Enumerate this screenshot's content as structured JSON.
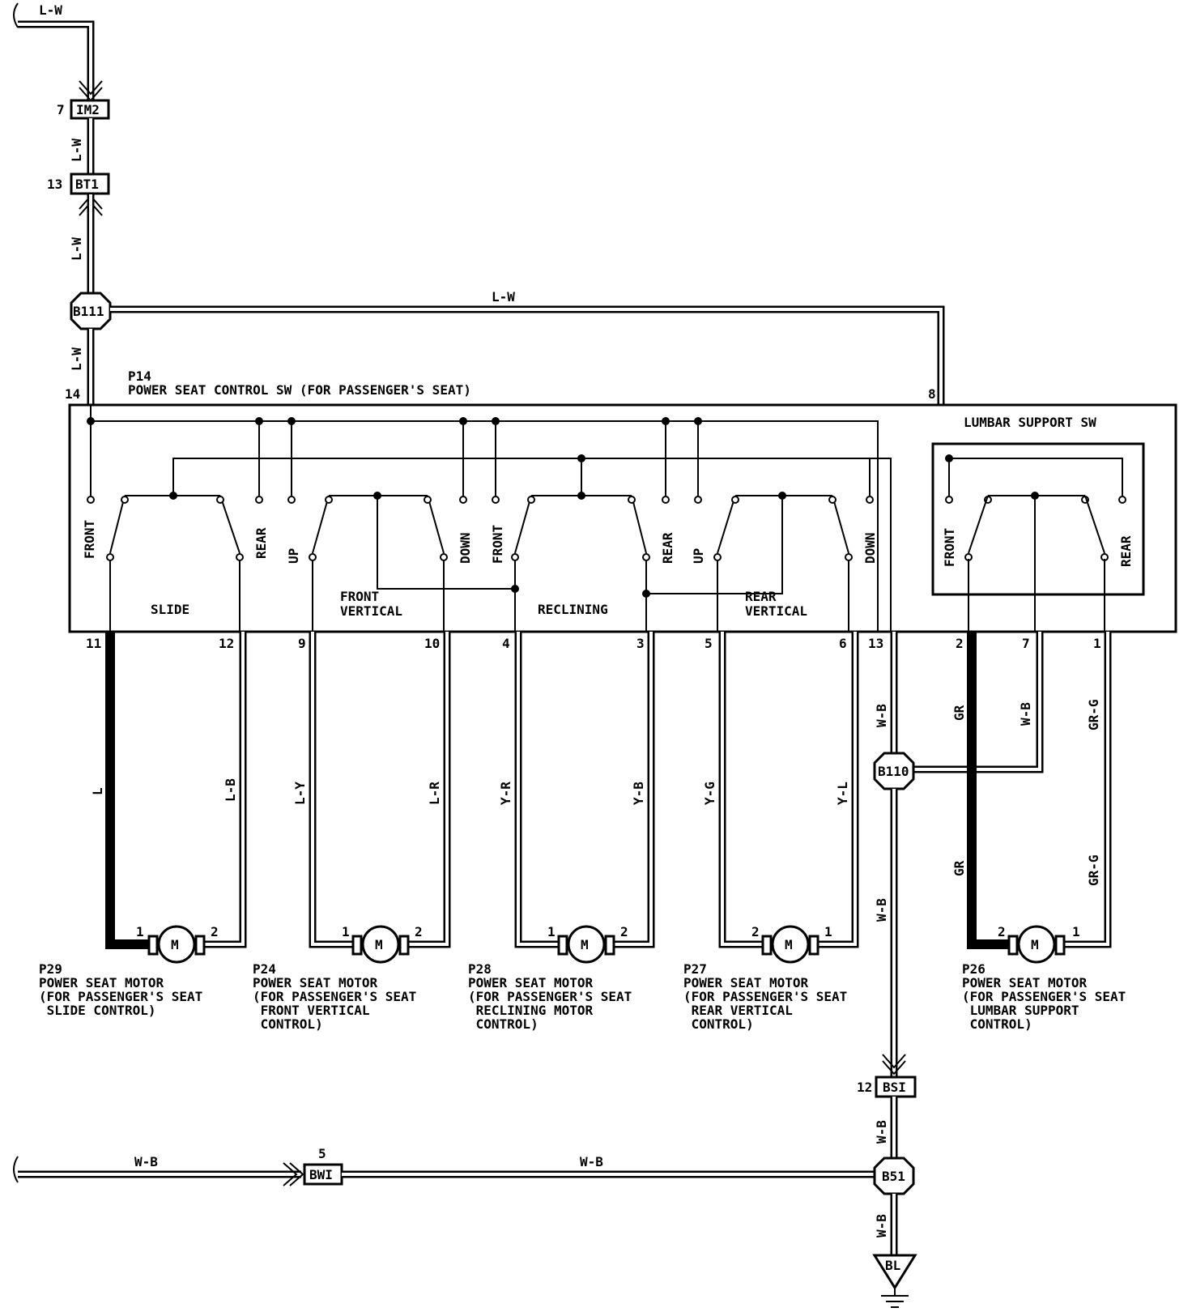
{
  "switch": {
    "id": "P14",
    "title": "POWER SEAT CONTROL SW (FOR PASSENGER'S SEAT)",
    "lumbar_label": "LUMBAR SUPPORT SW",
    "sections": {
      "slide": "SLIDE",
      "front_vertical_1": "FRONT",
      "front_vertical_2": "VERTICAL",
      "reclining": "RECLINING",
      "rear_vertical_1": "REAR",
      "rear_vertical_2": "VERTICAL"
    },
    "contacts": {
      "front": "FRONT",
      "rear": "REAR",
      "up": "UP",
      "down": "DOWN"
    },
    "pins": [
      "14",
      "8",
      "11",
      "12",
      "9",
      "10",
      "4",
      "3",
      "5",
      "6",
      "13",
      "2",
      "7",
      "1"
    ]
  },
  "connectors": {
    "im2": "IM2",
    "im2_pin": "7",
    "bt1": "BT1",
    "bt1_pin": "13",
    "b111": "B111",
    "b110": "B110",
    "bs1": "BSI",
    "bs1_pin": "12",
    "bw1": "BWI",
    "bw1_pin": "5",
    "b51": "B51",
    "ground": "BL"
  },
  "wires": {
    "lw": "L-W",
    "wb": "W-B",
    "l": "L",
    "lb": "L-B",
    "ly": "L-Y",
    "lr": "L-R",
    "yr": "Y-R",
    "yb": "Y-B",
    "yg": "Y-G",
    "yl": "Y-L",
    "gr": "GR",
    "grg": "GR-G"
  },
  "motors": [
    {
      "id": "P29",
      "line1": "POWER SEAT MOTOR",
      "line2": "(FOR PASSENGER'S SEAT",
      "line3": " SLIDE CONTROL)",
      "line4": "",
      "left_pin": "1",
      "right_pin": "2"
    },
    {
      "id": "P24",
      "line1": "POWER SEAT MOTOR",
      "line2": "(FOR PASSENGER'S SEAT",
      "line3": " FRONT VERTICAL",
      "line4": " CONTROL)",
      "left_pin": "1",
      "right_pin": "2"
    },
    {
      "id": "P28",
      "line1": "POWER SEAT MOTOR",
      "line2": "(FOR PASSENGER'S SEAT",
      "line3": " RECLINING MOTOR",
      "line4": " CONTROL)",
      "left_pin": "1",
      "right_pin": "2"
    },
    {
      "id": "P27",
      "line1": "POWER SEAT MOTOR",
      "line2": "(FOR PASSENGER'S SEAT",
      "line3": " REAR VERTICAL",
      "line4": " CONTROL)",
      "left_pin": "2",
      "right_pin": "1"
    },
    {
      "id": "P26",
      "line1": "POWER SEAT MOTOR",
      "line2": "(FOR PASSENGER'S SEAT",
      "line3": " LUMBAR SUPPORT",
      "line4": " CONTROL)",
      "left_pin": "2",
      "right_pin": "1"
    }
  ],
  "motor_symbol": "M"
}
